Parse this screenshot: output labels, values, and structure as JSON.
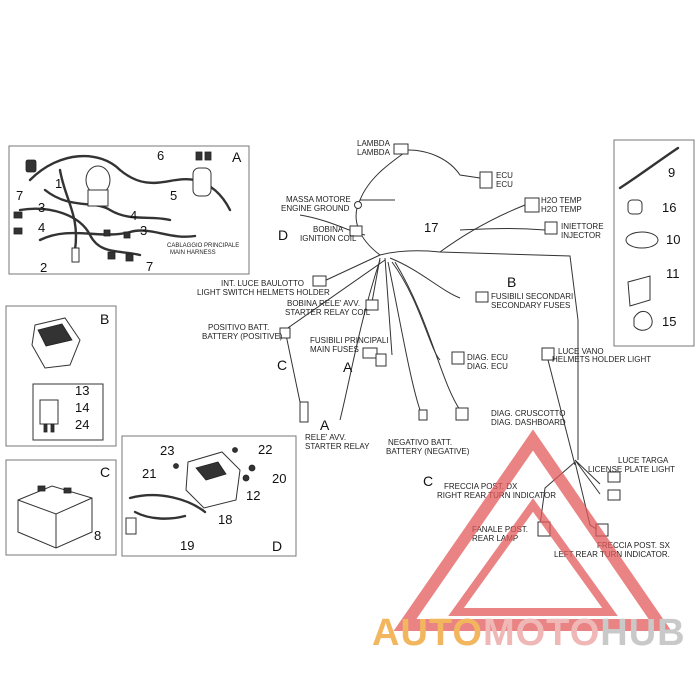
{
  "panels": {
    "A": {
      "letter": "A",
      "caption_1": "CABLAGGIO PRINCIPALE",
      "caption_2": "MAIN HARNESS",
      "numbers": [
        "1",
        "2",
        "3",
        "3",
        "4",
        "4",
        "5",
        "6",
        "7",
        "7"
      ]
    },
    "B": {
      "letter": "B",
      "numbers": [
        "13",
        "14",
        "24"
      ]
    },
    "C": {
      "letter": "C",
      "numbers": [
        "8"
      ]
    },
    "D": {
      "letter": "D",
      "numbers": [
        "12",
        "18",
        "19",
        "20",
        "21",
        "22",
        "23"
      ]
    },
    "right": {
      "numbers": [
        "9",
        "10",
        "11",
        "15",
        "16"
      ]
    }
  },
  "main": {
    "harness_number": "17",
    "letters": {
      "D": "D",
      "A1": "A",
      "A2": "A",
      "B": "B",
      "C1": "C",
      "C2": "C"
    },
    "labels": {
      "lambda_1": "LAMBDA",
      "lambda_2": "LAMBDA",
      "ecu_1": "ECU",
      "ecu_2": "ECU",
      "massa_1": "MASSA MOTORE",
      "massa_2": "ENGINE GROUND",
      "h2o_1": "H2O TEMP",
      "h2o_2": "H2O TEMP",
      "bobina_1": "BOBINA",
      "bobina_2": "IGNITION COIL",
      "iniettore_1": "INIETTORE",
      "iniettore_2": "INJECTOR",
      "baulotto_1": "INT. LUCE BAULOTTO",
      "baulotto_2": "LIGHT SWITCH HELMETS HOLDER",
      "fus_sec_1": "FUSIBILI SECONDARI",
      "fus_sec_2": "SECONDARY FUSES",
      "rele_coil_1": "BOBINA RELE' AVV.",
      "rele_coil_2": "STARTER RELAY COIL",
      "pos_batt_1": "POSITIVO BATT.",
      "pos_batt_2": "BATTERY (POSITIVE)",
      "fus_pri_1": "FUSIBILI PRINCIPALI",
      "fus_pri_2": "MAIN FUSES",
      "diag_ecu_1": "DIAG. ECU",
      "diag_ecu_2": "DIAG. ECU",
      "luce_vano_1": "LUCE VANO",
      "luce_vano_2": "HELMETS HOLDER LIGHT",
      "diag_cru_1": "DIAG. CRUSCOTTO",
      "diag_cru_2": "DIAG. DASHBOARD",
      "rele_avv_1": "RELE' AVV.",
      "rele_avv_2": "STARTER RELAY",
      "neg_batt_1": "NEGATIVO BATT.",
      "neg_batt_2": "BATTERY (NEGATIVE)",
      "targa_1": "LUCE TARGA",
      "targa_2": "LICENSE PLATE LIGHT",
      "freccia_dx_1": "FRECCIA POST. DX",
      "freccia_dx_2": "RIGHT REAR TURN INDICATOR",
      "fanale_1": "FANALE POST.",
      "fanale_2": "REAR LAMP",
      "freccia_sx_1": "FRECCIA POST. SX",
      "freccia_sx_2": "LEFT REAR TURN INDICATOR."
    }
  },
  "watermark": {
    "part1": "AUTO",
    "part2": "MOTO",
    "part3": "HUB",
    "color_1": "#f2b65f",
    "color_2": "#f0b7b7",
    "color_3": "#c9c9c9",
    "triangle_color": "#e35b5b"
  }
}
